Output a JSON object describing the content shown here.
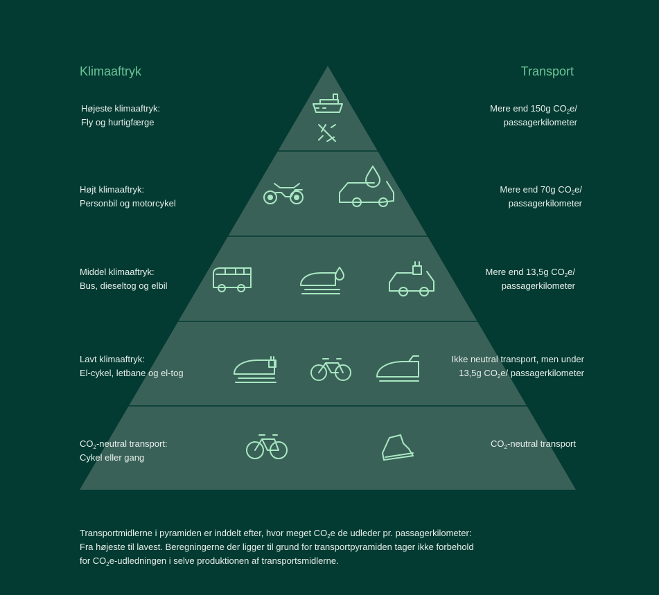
{
  "headers": {
    "left": "Klimaaftryk",
    "right": "Transport"
  },
  "levels": [
    {
      "left_title": "Højeste klimaaftryk:",
      "left_sub": "Fly og hurtigfærge",
      "right_1a": "Mere end 150g CO",
      "right_1sub": "2",
      "right_1b": "e/",
      "right_2": "passagerkilometer",
      "icons": [
        "ferry-icon",
        "airplane-icon"
      ]
    },
    {
      "left_title": "Højt klimaaftryk:",
      "left_sub": "Personbil og motorcykel",
      "right_1a": "Mere end 70g CO",
      "right_1sub": "2",
      "right_1b": "e/",
      "right_2": "passagerkilometer",
      "icons": [
        "motorcycle-icon",
        "fuel-car-icon"
      ]
    },
    {
      "left_title": "Middel klimaaftryk:",
      "left_sub": "Bus, dieseltog og elbil",
      "right_1a": "Mere end 13,5g CO",
      "right_1sub": "2",
      "right_1b": "e/",
      "right_2": "passagerkilometer",
      "icons": [
        "bus-icon",
        "diesel-train-icon",
        "electric-car-icon"
      ]
    },
    {
      "left_title": "Lavt klimaaftryk:",
      "left_sub": "El-cykel, letbane og el-tog",
      "right_1": "Ikke neutral transport, men under",
      "right_2a": "13,5g CO",
      "right_2sub": "2",
      "right_2b": "e/ passagerkilometer",
      "icons": [
        "light-rail-icon",
        "e-bike-icon",
        "electric-train-icon"
      ]
    },
    {
      "left_title_a": "CO",
      "left_title_sub": "2",
      "left_title_b": "-neutral transport:",
      "left_sub": "Cykel eller gang",
      "right_a": "CO",
      "right_sub": "2",
      "right_b": "-neutral transport",
      "icons": [
        "bicycle-icon",
        "shoe-icon"
      ]
    }
  ],
  "footer": {
    "l1a": "Transportmidlerne i pyramiden er inddelt efter, hvor meget CO",
    "l1sub": "2",
    "l1b": "e de udleder pr. passagerkilometer:",
    "l2": "Fra højeste til lavest. Beregningerne der ligger til grund for transportpyramiden tager ikke forbehold",
    "l3a": "for CO",
    "l3sub": "2",
    "l3b": "e-udledningen i selve produktionen af transportsmidlerne."
  },
  "colors": {
    "background": "#033b33",
    "pyramid": "#3a6158",
    "accent": "#6cc496",
    "icon": "#a9e8c3"
  }
}
